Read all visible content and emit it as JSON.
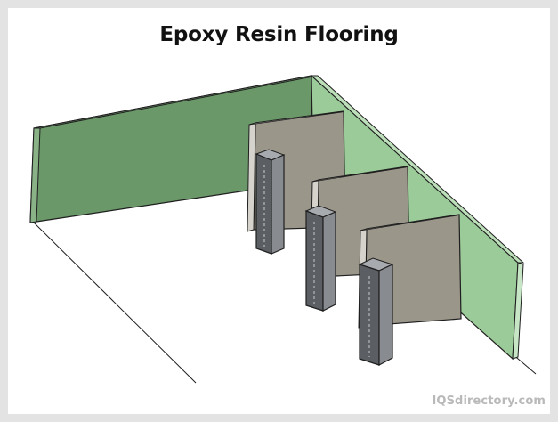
{
  "title": "Epoxy Resin Flooring",
  "watermark": "IQSdirectory.com",
  "colors": {
    "frame": "#e3e3e3",
    "background": "#ffffff",
    "back_wall": "#6a9868",
    "side_wall": "#9ccb9a",
    "partition": "#9b968a",
    "partition_edge": "#d6d3cc",
    "column": "#5b5e63",
    "column_side": "#888b90",
    "outline": "#1f1f1f"
  },
  "icons": {
    "partitions": "partition-panel",
    "columns": "support-column"
  }
}
